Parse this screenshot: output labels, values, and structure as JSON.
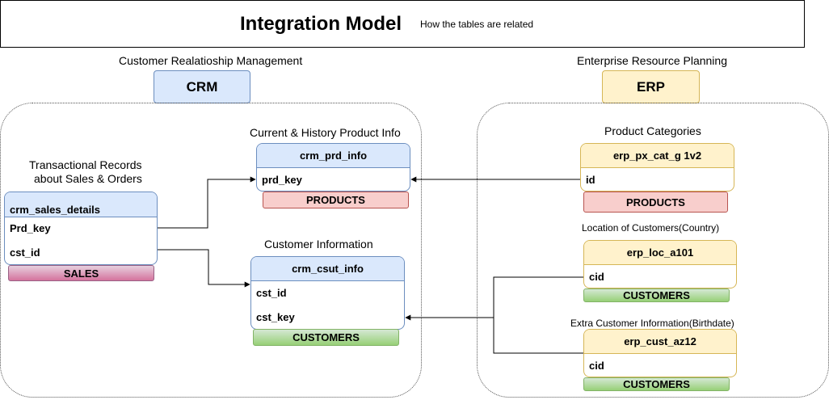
{
  "title": "Integration Model",
  "subtitle": "How the tables are related",
  "crm": {
    "section_label": "Customer Realatioship Management",
    "header": "CRM",
    "sales_note": [
      "Transactional Records",
      "about Sales & Orders"
    ],
    "prd_note": "Current & History Product Info",
    "cust_note": "Customer Information",
    "sales_table": {
      "name": "crm_sales_details",
      "fields": [
        "Prd_key",
        "cst_id"
      ],
      "tag": "SALES"
    },
    "prd_table": {
      "name": "crm_prd_info",
      "fields": [
        "prd_key"
      ],
      "tag": "PRODUCTS"
    },
    "cust_table": {
      "name": "crm_csut_info",
      "fields": [
        "cst_id",
        "cst_key"
      ],
      "tag": "CUSTOMERS"
    }
  },
  "erp": {
    "section_label": "Enterprise Resource Planning",
    "header": "ERP",
    "cat_note": "Product Categories",
    "loc_note": "Location of Customers(Country)",
    "az_note": "Extra Customer Information(Birthdate)",
    "cat_table": {
      "name": "erp_px_cat_g 1v2",
      "fields": [
        "id"
      ],
      "tag": "PRODUCTS"
    },
    "loc_table": {
      "name": "erp_loc_a101",
      "fields": [
        "cid"
      ],
      "tag": "CUSTOMERS"
    },
    "az_table": {
      "name": "erp_cust_az12",
      "fields": [
        "cid"
      ],
      "tag": "CUSTOMERS"
    }
  },
  "colors": {
    "crm_fill": "#dae8fc",
    "crm_stroke": "#6c8ebf",
    "erp_fill": "#fff2cc",
    "erp_stroke": "#d6b656",
    "products": "#f8cecc",
    "customers": "#97d077",
    "sales": "#d5739d"
  }
}
